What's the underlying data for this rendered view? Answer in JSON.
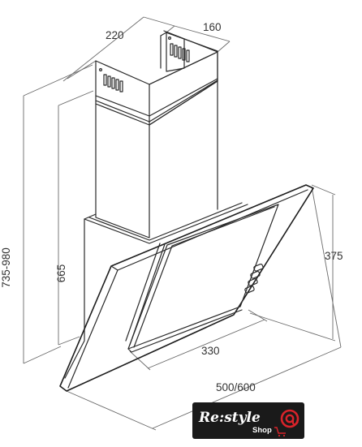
{
  "dimensions": {
    "duct_width": "220",
    "duct_depth": "160",
    "total_height": "735-980",
    "body_height": "665",
    "glass_height": "375",
    "glass_inner_width": "330",
    "hood_width": "500/600"
  },
  "logo": {
    "brand": "Re:style",
    "sub": "Shop",
    "accent_color": "#d8232a",
    "background": "#1a1a1a"
  },
  "colors": {
    "line": "#2a2a2a",
    "dimension_line": "#6a6a6a",
    "label": "#333333"
  }
}
